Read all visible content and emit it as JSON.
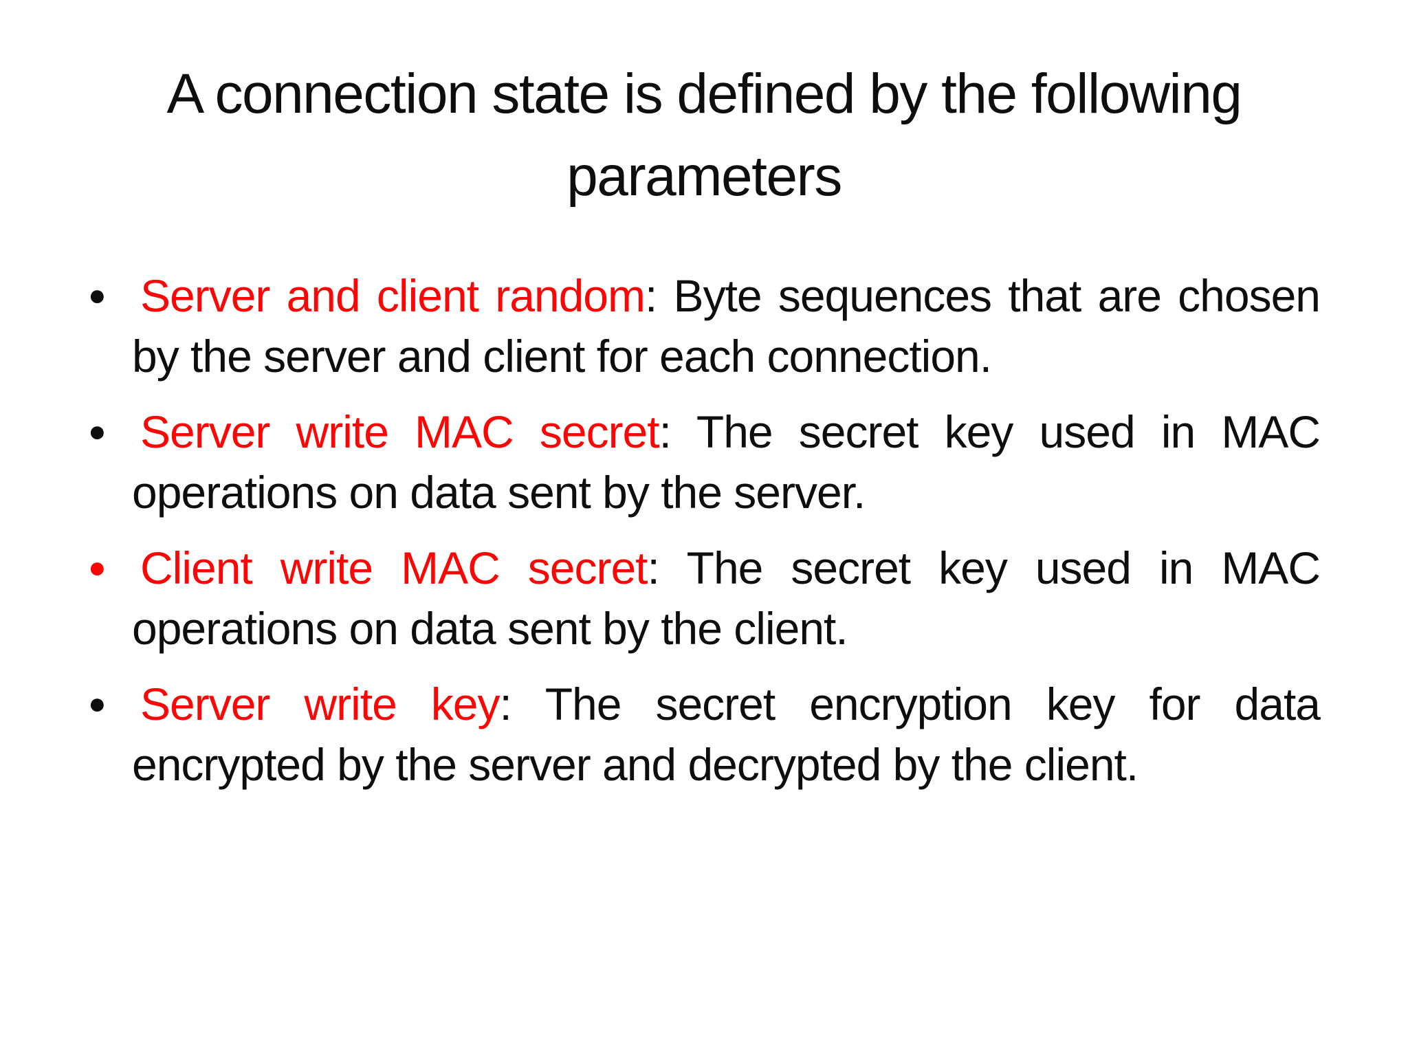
{
  "title": "A connection state is defined by the following parameters",
  "colors": {
    "term_red": "#fb0505",
    "text_black": "#0e0e0e",
    "background": "#ffffff"
  },
  "bullets": [
    {
      "icon": "black-circle-bullet",
      "bullet_color": "black",
      "term": "Server and client random",
      "rest": ": Byte sequences that are chosen by the server and client for each connection."
    },
    {
      "icon": "black-circle-bullet",
      "bullet_color": "black",
      "term": "Server write MAC secret",
      "rest": ": The secret key used in MAC operations on data sent by the server."
    },
    {
      "icon": "red-circle-bullet",
      "bullet_color": "red",
      "term": "Client write MAC secret",
      "rest": ": The secret key used in MAC operations on data sent by the client."
    },
    {
      "icon": "black-circle-bullet",
      "bullet_color": "black",
      "term": "Server write key",
      "rest": ": The secret encryption key for data encrypted by the server and decrypted by the client."
    }
  ]
}
